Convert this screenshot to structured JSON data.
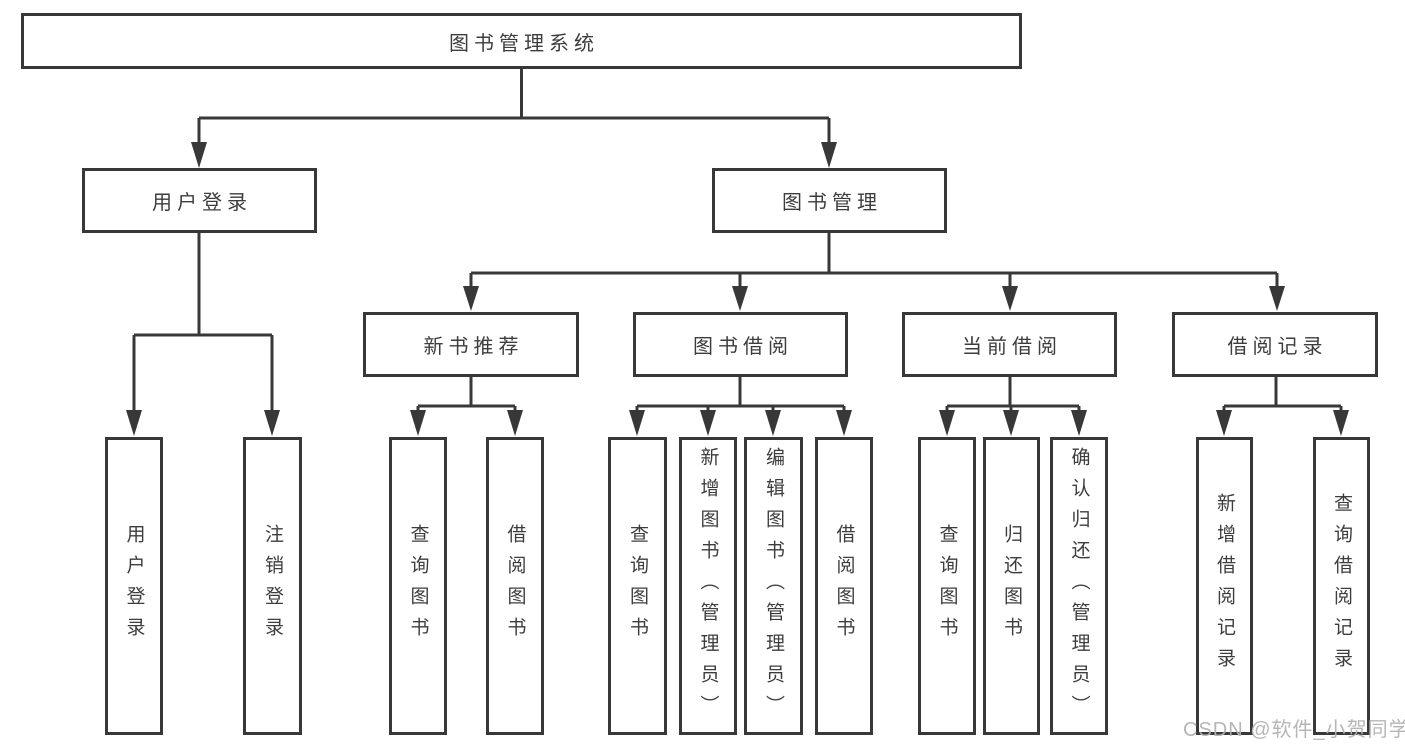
{
  "diagram": {
    "root": {
      "label": "图书管理系统"
    },
    "branches": [
      {
        "label": "用户登录",
        "leaves": [
          {
            "label": "用户登录"
          },
          {
            "label": "注销登录"
          }
        ]
      },
      {
        "label": "图书管理",
        "groups": [
          {
            "label": "新书推荐",
            "leaves": [
              {
                "label": "查询图书"
              },
              {
                "label": "借阅图书"
              }
            ]
          },
          {
            "label": "图书借阅",
            "leaves": [
              {
                "label": "查询图书"
              },
              {
                "label": "新增图书（管理员）"
              },
              {
                "label": "编辑图书（管理员）"
              },
              {
                "label": "借阅图书"
              }
            ]
          },
          {
            "label": "当前借阅",
            "leaves": [
              {
                "label": "查询图书"
              },
              {
                "label": "归还图书"
              },
              {
                "label": "确认归还（管理员）"
              }
            ]
          },
          {
            "label": "借阅记录",
            "leaves": [
              {
                "label": "新增借阅记录"
              },
              {
                "label": "查询借阅记录"
              }
            ]
          }
        ]
      }
    ]
  },
  "watermark": {
    "text": "CSDN @软件_小贺同学"
  },
  "colors": {
    "line": "#383838",
    "text": "#3d3d3d",
    "background": "#ffffff",
    "watermark": "#b2b2b2"
  }
}
